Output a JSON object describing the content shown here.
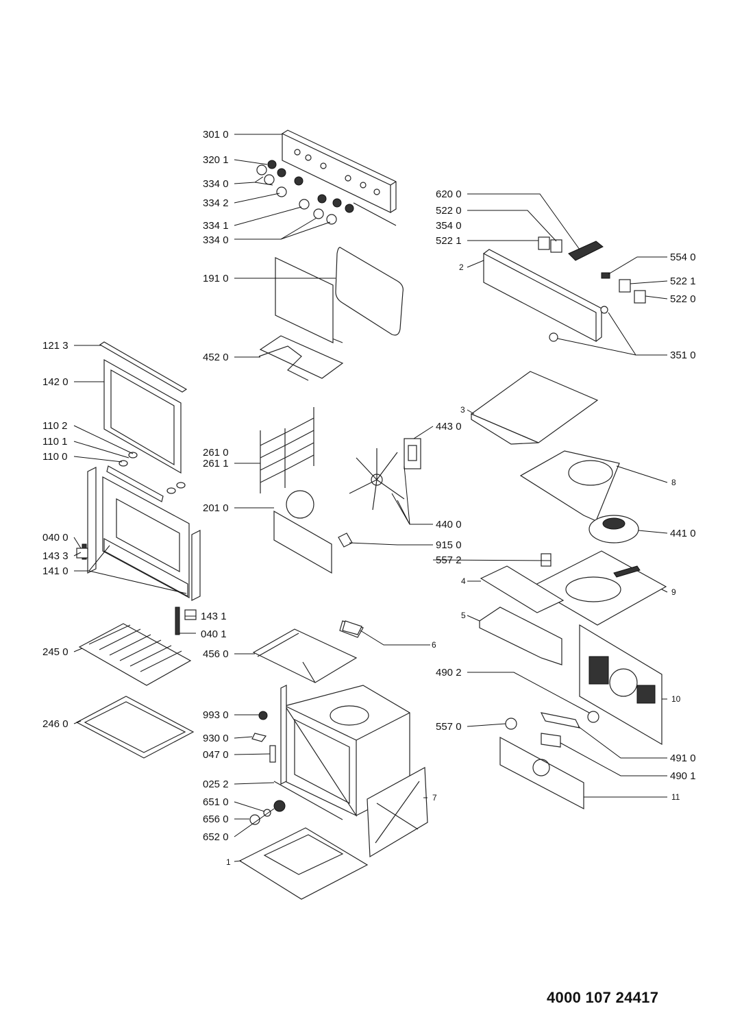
{
  "document_number": "4000 107 24417",
  "callouts": {
    "c3010": "301 0",
    "c3201": "320 1",
    "c3340a": "334 0",
    "c3342": "334 2",
    "c3341": "334 1",
    "c3340b": "334 0",
    "c3540": "354 0",
    "c1910": "191 0",
    "c4520": "452 0",
    "c1213": "121 3",
    "c1420": "142 0",
    "c1102": "110 2",
    "c1101": "110 1",
    "c1100": "110 0",
    "c0400": "040 0",
    "c1433": "143 3",
    "c1410": "141 0",
    "c1431": "143 1",
    "c0401": "040 1",
    "c2450": "245 0",
    "c2460": "246 0",
    "c2610": "261 0",
    "c2611": "261 1",
    "c2010": "201 0",
    "c4560": "456 0",
    "c9930": "993 0",
    "c9300": "930 0",
    "c0470": "047 0",
    "c0252": "025 2",
    "c6510": "651 0",
    "c6560": "656 0",
    "c6520": "652 0",
    "c1": "1",
    "c6200": "620 0",
    "c5220a": "522 0",
    "c5221a": "522 1",
    "c2": "2",
    "c5540": "554 0",
    "c5221b": "522 1",
    "c5220b": "522 0",
    "c3510": "351 0",
    "c3": "3",
    "c4430": "443 0",
    "c8": "8",
    "c4400": "440 0",
    "c4410": "441 0",
    "c9150": "915 0",
    "c5572": "557 2",
    "c4": "4",
    "c9": "9",
    "c5": "5",
    "c6": "6",
    "c4902": "490 2",
    "c10": "10",
    "c5570": "557 0",
    "c4910": "491 0",
    "c4901": "490 1",
    "c11": "11",
    "c7": "7"
  }
}
